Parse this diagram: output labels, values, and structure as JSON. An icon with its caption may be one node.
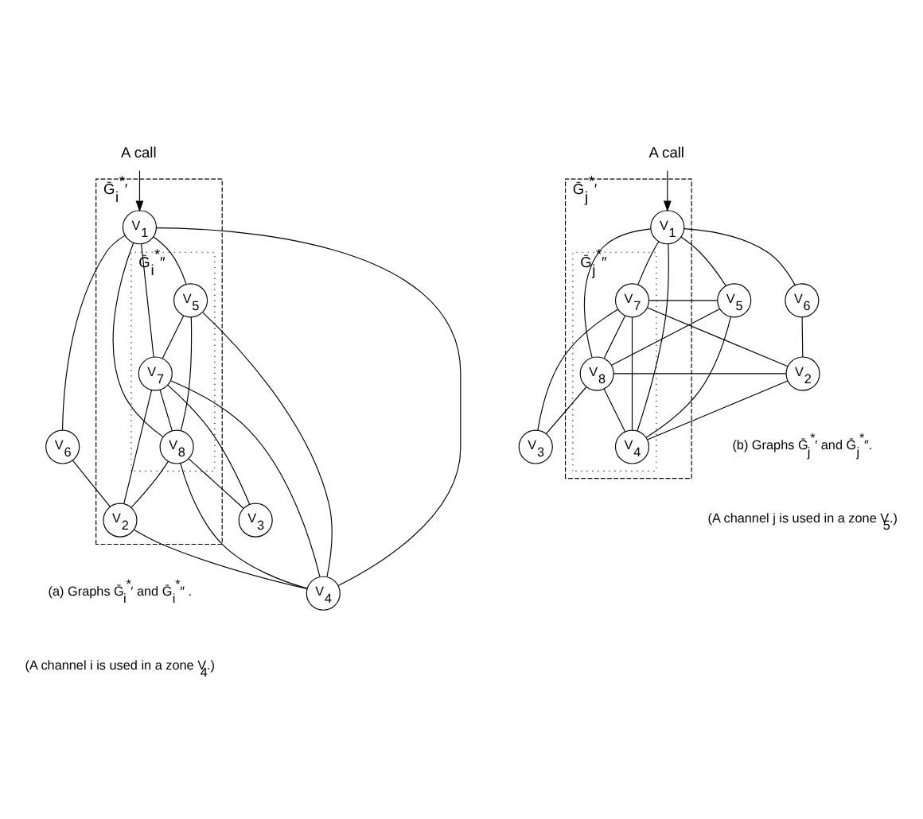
{
  "diagram": {
    "nodes": [
      {
        "text": [
          "Ḡ$_{i}$$^{*}$′"
        ]
      },
      {
        "text": [
          "Ḡ$_{i}$$^{*}$″"
        ],
        "in": 0
      },
      {
        "text": [
          "A call"
        ]
      },
      {
        "text": [
          "V$_{1}$"
        ],
        "in": 0
      },
      {
        "text": [
          "V$_{2}$"
        ],
        "in": 0
      },
      {
        "text": [
          "V$_{3}$"
        ]
      },
      {
        "text": [
          "V$_{4}$"
        ]
      },
      {
        "text": [
          "V$_{5}$"
        ],
        "in": 1
      },
      {
        "text": [
          "V$_{6}$"
        ]
      },
      {
        "text": [
          "V$_{7}$"
        ],
        "in": 1
      },
      {
        "text": [
          "V$_{8}$"
        ],
        "in": 1
      },
      {
        "text": [
          "Ḡ$_{j}$$^{*}$′"
        ]
      },
      {
        "text": [
          "Ḡ$_{j}$$^{*}$″"
        ],
        "in": 11
      },
      {
        "text": [
          "A call"
        ]
      },
      {
        "text": [
          "V$_{1}$"
        ],
        "in": 11
      },
      {
        "text": [
          "V$_{2}$"
        ]
      },
      {
        "text": [
          "V$_{3}$"
        ]
      },
      {
        "text": [
          "V$_{4}$"
        ],
        "in": 12
      },
      {
        "text": [
          "V$_{5}$"
        ]
      },
      {
        "text": [
          "V$_{6}$"
        ]
      },
      {
        "text": [
          "V$_{7}$"
        ],
        "in": 12
      },
      {
        "text": [
          "V$_{8}$"
        ],
        "in": 12
      }
    ],
    "edges": [
      {
        "from": 2,
        "to": 3,
        "arrow": "to"
      },
      {
        "from": 3,
        "to": 8,
        "arrow": "none"
      },
      {
        "from": 3,
        "to": 7,
        "arrow": "none"
      },
      {
        "from": 3,
        "to": 9,
        "arrow": "none"
      },
      {
        "from": 3,
        "to": 6,
        "arrow": "none"
      },
      {
        "from": 3,
        "to": 10,
        "arrow": "none"
      },
      {
        "from": 8,
        "to": 4,
        "arrow": "none"
      },
      {
        "from": 7,
        "to": 9,
        "arrow": "none"
      },
      {
        "from": 9,
        "to": 10,
        "arrow": "none"
      },
      {
        "from": 7,
        "to": 10,
        "arrow": "none"
      },
      {
        "from": 7,
        "to": 6,
        "arrow": "none"
      },
      {
        "from": 9,
        "to": 6,
        "arrow": "none"
      },
      {
        "from": 9,
        "to": 4,
        "arrow": "none"
      },
      {
        "from": 9,
        "to": 5,
        "arrow": "none"
      },
      {
        "from": 10,
        "to": 4,
        "arrow": "none"
      },
      {
        "from": 10,
        "to": 6,
        "arrow": "none"
      },
      {
        "from": 10,
        "to": 5,
        "arrow": "none"
      },
      {
        "from": 4,
        "to": 6,
        "arrow": "none"
      },
      {
        "from": 13,
        "to": 14,
        "arrow": "to"
      },
      {
        "from": 14,
        "to": 19,
        "arrow": "none"
      },
      {
        "from": 14,
        "to": 18,
        "arrow": "none"
      },
      {
        "from": 14,
        "to": 20,
        "arrow": "none"
      },
      {
        "from": 14,
        "to": 17,
        "arrow": "none"
      },
      {
        "from": 14,
        "to": 21,
        "arrow": "none"
      },
      {
        "from": 19,
        "to": 15,
        "arrow": "none"
      },
      {
        "from": 18,
        "to": 20,
        "arrow": "none"
      },
      {
        "from": 20,
        "to": 21,
        "arrow": "none"
      },
      {
        "from": 18,
        "to": 21,
        "arrow": "none"
      },
      {
        "from": 18,
        "to": 17,
        "arrow": "none"
      },
      {
        "from": 20,
        "to": 17,
        "arrow": "none"
      },
      {
        "from": 20,
        "to": 15,
        "arrow": "none"
      },
      {
        "from": 20,
        "to": 16,
        "arrow": "none"
      },
      {
        "from": 21,
        "to": 15,
        "arrow": "none"
      },
      {
        "from": 21,
        "to": 17,
        "arrow": "none"
      },
      {
        "from": 21,
        "to": 16,
        "arrow": "none"
      },
      {
        "from": 15,
        "to": 17,
        "arrow": "none"
      }
    ],
    "labels": [
      "(a) Graphs Ḡ$_{i}$$^{*}$′ and Ḡ$_{i}$$^{*}$″ .",
      "(A channel i is used in a zone V$_{4}$.)",
      "(b) Graphs Ḡ$_{j}$$^{*}$′ and Ḡ$_{j}$$^{*}$″.",
      "(A channel j is used in a zone V$_{5}$.)"
    ]
  }
}
